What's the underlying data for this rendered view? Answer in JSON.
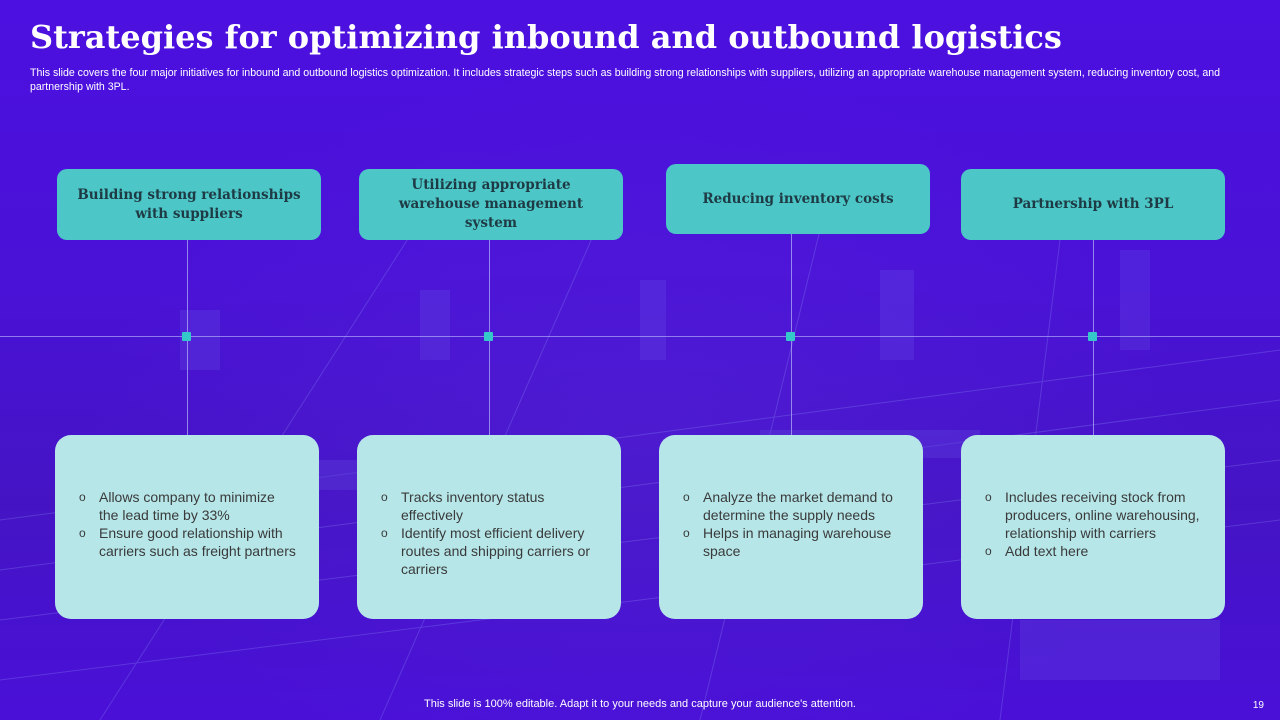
{
  "slide": {
    "title": "Strategies for optimizing inbound and outbound logistics",
    "subtitle": "This slide covers the four major initiatives for inbound and outbound logistics optimization. It includes strategic steps such as building strong relationships with suppliers, utilizing an appropriate warehouse management system, reducing inventory cost, and partnership with 3PL.",
    "footer": "This slide is 100% editable. Adapt it to your needs and capture your audience's attention.",
    "page_number": "19"
  },
  "colors": {
    "background": "#4a0fd9",
    "header_box": "#4cc6c6",
    "body_box": "#b6e6e8",
    "connector_dot": "#35c8c8"
  },
  "strategies": [
    {
      "heading": "Building strong relationships with suppliers",
      "points": [
        "Allows company to minimize the lead time by 33%",
        "Ensure good relationship with carriers such as freight partners"
      ]
    },
    {
      "heading": "Utilizing appropriate warehouse management system",
      "points": [
        "Tracks inventory status effectively",
        "Identify most efficient delivery routes and shipping carriers or carriers"
      ]
    },
    {
      "heading": "Reducing inventory costs",
      "points": [
        "Analyze the market demand to determine the supply needs",
        "Helps in managing warehouse space"
      ]
    },
    {
      "heading": "Partnership with 3PL",
      "points": [
        "Includes receiving stock from producers, online warehousing, relationship with carriers",
        "Add text here"
      ]
    }
  ],
  "bullet_symbol": "o"
}
